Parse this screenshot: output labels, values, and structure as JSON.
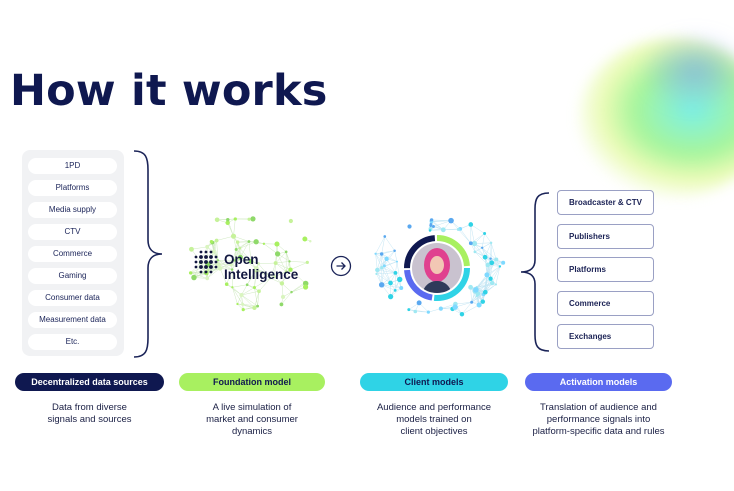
{
  "title": "How it works",
  "data_sources": [
    "1PD",
    "Platforms",
    "Media supply",
    "CTV",
    "Commerce",
    "Gaming",
    "Consumer data",
    "Measurement data",
    "Etc."
  ],
  "logo": {
    "line1": "Open",
    "line2": "Intelligence"
  },
  "activation_targets": [
    "Broadcaster & CTV",
    "Publishers",
    "Platforms",
    "Commerce",
    "Exchanges"
  ],
  "stages": [
    {
      "label": "Decentralized data sources",
      "desc": [
        "Data from diverse",
        "signals and sources"
      ],
      "color": "#0f1850",
      "text_color": "#ffffff"
    },
    {
      "label": "Foundation model",
      "desc": [
        "A live simulation of",
        "market and consumer",
        "dynamics"
      ],
      "color": "#a8f060",
      "text_color": "#0f1850"
    },
    {
      "label": "Client models",
      "desc": [
        "Audience and performance",
        "models trained on",
        "client objectives"
      ],
      "color": "#2fd3e6",
      "text_color": "#0f1850"
    },
    {
      "label": "Activation models",
      "desc": [
        "Translation of audience and",
        "performance signals into",
        "platform-specific data and rules"
      ],
      "color": "#5a6af0",
      "text_color": "#ffffff"
    }
  ],
  "icons": {
    "arrow": "arrow-right-circle-icon",
    "logo_mark": "dot-grid-logo-icon"
  }
}
